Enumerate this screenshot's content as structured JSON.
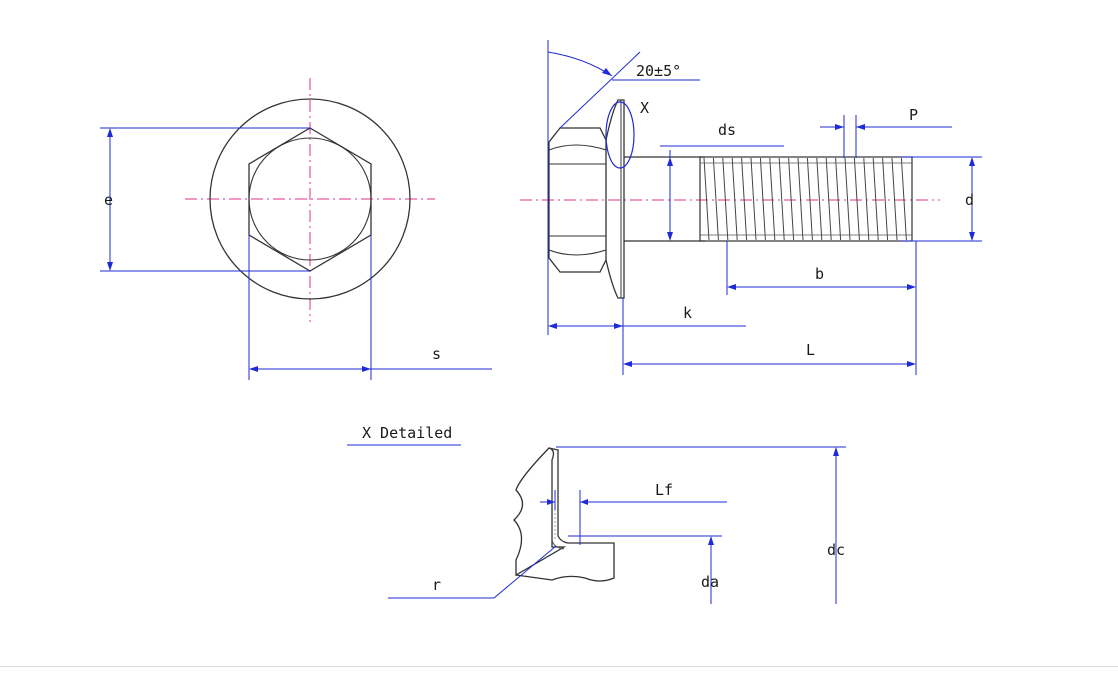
{
  "diagram": {
    "labels": {
      "e": "e",
      "s": "s",
      "angle": "20±5°",
      "x_callout": "X",
      "ds": "ds",
      "P": "P",
      "d": "d",
      "b": "b",
      "k": "k",
      "L": "L",
      "detail_title": "X Detailed",
      "Lf": "Lf",
      "dc": "dc",
      "da": "da",
      "r": "r"
    },
    "colors": {
      "dimension": "#1f2bd6",
      "centerline": "#e0308a",
      "outline": "#333333"
    }
  }
}
